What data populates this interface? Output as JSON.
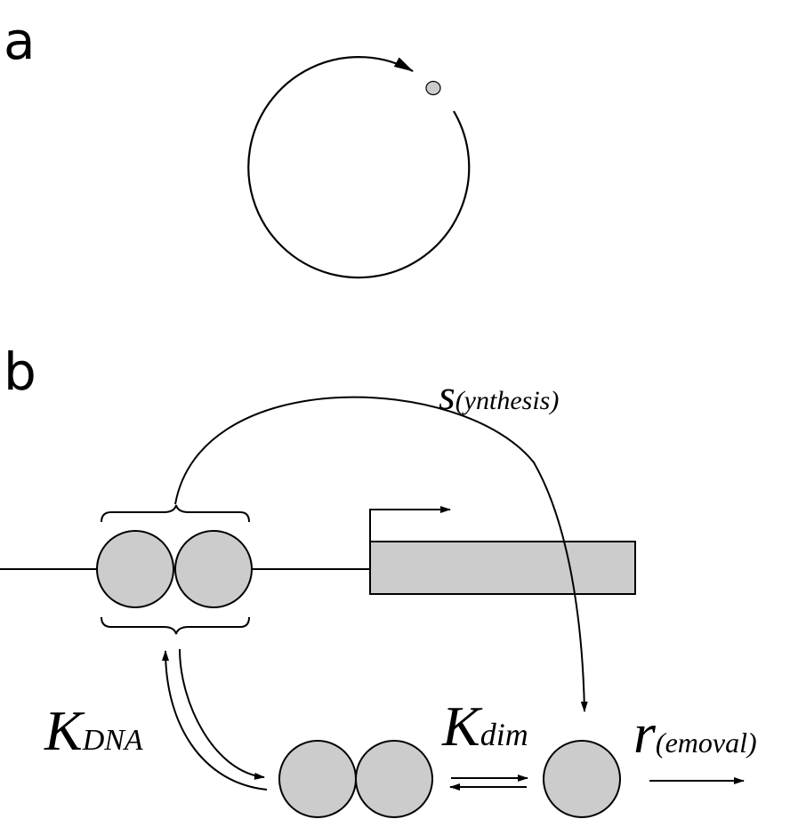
{
  "panels": {
    "a": {
      "label": "a"
    },
    "b": {
      "label": "b",
      "synthesis": {
        "main": "s",
        "sub": "(ynthesis)"
      },
      "k_dna": {
        "main": "K",
        "sub": "DNA"
      },
      "k_dim": {
        "main": "K",
        "sub": "dim"
      },
      "removal": {
        "main": "r",
        "sub": "(emoval)"
      }
    }
  },
  "colors": {
    "stroke": "#000000",
    "protein_fill": "#cccccc",
    "gene_fill": "#cccccc",
    "background": "#ffffff"
  }
}
